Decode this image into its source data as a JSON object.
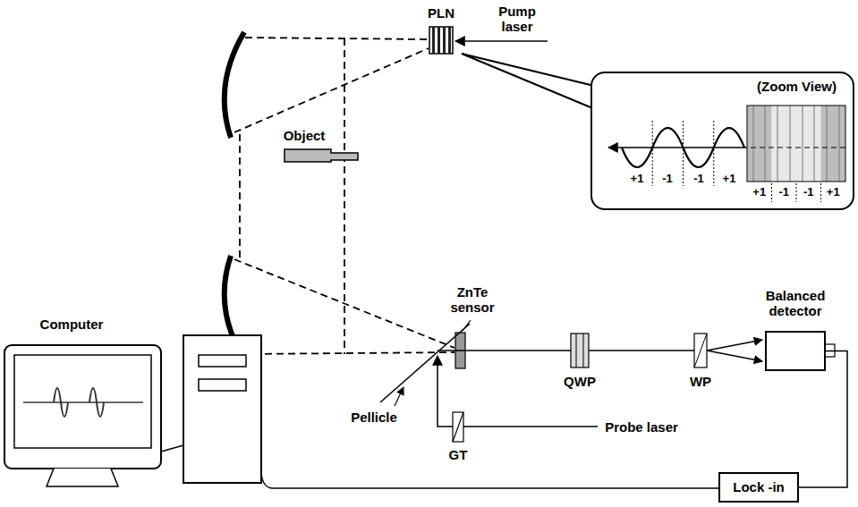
{
  "diagram": {
    "nodes": [
      {
        "text": [
          "(Zoom View)"
        ]
      },
      {
        "text": [
          "Balanced detector"
        ]
      },
      {
        "text": [
          "Lock -in"
        ]
      }
    ],
    "edges": [
      {
        "from": 1,
        "to": 2,
        "arrow": "none"
      }
    ],
    "labels": [
      "PLN",
      "Pump laser",
      "+1",
      "-1",
      "-1",
      "+1",
      "+1",
      "-1",
      "-1",
      "+1",
      "Object",
      "ZnTe sensor",
      "Pellicle",
      "QWP",
      "WP",
      "GT",
      "Probe laser",
      "Computer"
    ]
  }
}
